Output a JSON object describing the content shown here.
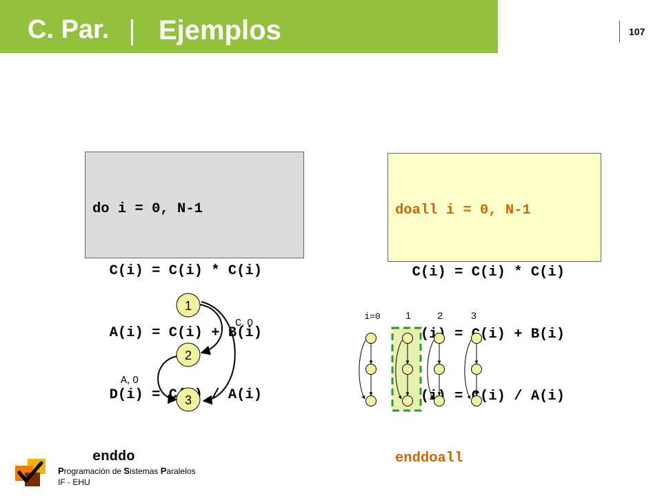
{
  "header": {
    "course": "C. Par.",
    "title": "Ejemplos",
    "page_number": "107"
  },
  "sequential_code": {
    "lines": [
      "do i = 0, N-1",
      "  C(i) = C(i) * C(i)",
      "  A(i) = C(i) + B(i)",
      "  D(i) = C(i) / A(i)",
      "enddo"
    ]
  },
  "parallel_code": {
    "lines": [
      "doall i = 0, N-1",
      "  C(i) = C(i) * C(i)",
      "  A(i) = C(i) + B(i)",
      "  D(i) = C(i) / A(i)",
      "enddoall"
    ]
  },
  "dependence_graph": {
    "nodes": [
      "1",
      "2",
      "3"
    ],
    "edge_labels": {
      "c": {
        "var": "C",
        "distance": ", 0"
      },
      "a": {
        "var": "A",
        "distance": ", 0"
      }
    }
  },
  "iteration_space": {
    "labels": [
      "i=0",
      "1",
      "2",
      "3"
    ]
  },
  "footer": {
    "line1_p": "P",
    "line1_rest1": "rogramación de ",
    "line1_s": "S",
    "line1_rest2": "istemas ",
    "line1_p2": "P",
    "line1_rest3": "aralelos",
    "line2": "IF - EHU"
  },
  "colors": {
    "header_green": "#94c13d",
    "seq_box": "#dcdcdc",
    "par_box": "#ffffcc",
    "node_fill": "#f2f2a0",
    "highlight_fill": "#e6f2b0",
    "highlight_border": "#2e9a2e",
    "keyword_orange": "#cc6600"
  }
}
